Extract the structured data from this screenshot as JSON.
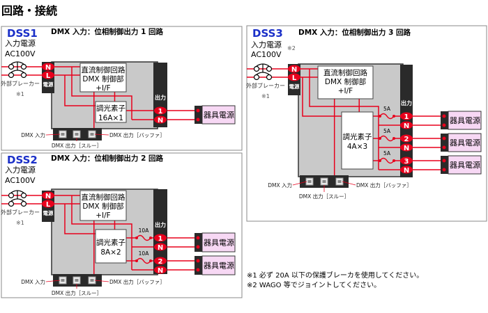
{
  "title": "回路・接続",
  "colors": {
    "wire": "#e8001c",
    "block": "#2a2a2a",
    "body": "#c9c9c9",
    "fixture": "#f7d8f4",
    "model": "#1a2fc8"
  },
  "panels": [
    {
      "model": "DSS1",
      "subtitle": "DMX 入力：位相制御出力 1 回路",
      "source_label": "入力電源",
      "source_voltage": "AC100V",
      "source_note": "",
      "breaker_label": "外部ブレーカー",
      "breaker_note": "※1",
      "terminal_n": "N",
      "terminal_l": "L",
      "power_label": "電源",
      "output_label": "出力",
      "control": [
        "直流制御回路",
        "DMX 制御部",
        "+I/F"
      ],
      "dimmer": [
        "調光素子",
        "16A×1"
      ],
      "outputs": [
        {
          "num": "1",
          "neutral": "N",
          "fuse": "",
          "fixture": "器具電源"
        }
      ],
      "dmx_in": "DMX 入力",
      "dmx_out_buffer": "DMX 出力［バッファ］",
      "dmx_out_thru": "DMX 出力［スルー］"
    },
    {
      "model": "DSS2",
      "subtitle": "DMX 入力：位相制御出力 2 回路",
      "source_label": "入力電源",
      "source_voltage": "AC100V",
      "source_note": "",
      "breaker_label": "外部ブレーカー",
      "breaker_note": "※1",
      "terminal_n": "N",
      "terminal_l": "L",
      "power_label": "電源",
      "output_label": "出力",
      "control": [
        "直流制御回路",
        "DMX 制御部",
        "+I/F"
      ],
      "dimmer": [
        "調光素子",
        "8A×2"
      ],
      "outputs": [
        {
          "num": "1",
          "neutral": "N",
          "fuse": "10A",
          "fixture": "器具電源"
        },
        {
          "num": "2",
          "neutral": "N",
          "fuse": "10A",
          "fixture": "器具電源"
        }
      ],
      "dmx_in": "DMX 入力",
      "dmx_out_buffer": "DMX 出力［バッファ］",
      "dmx_out_thru": "DMX 出力［スルー］"
    },
    {
      "model": "DSS3",
      "subtitle": "DMX 入力：位相制御出力 3 回路",
      "source_label": "入力電源",
      "source_voltage": "AC100V",
      "source_note": "※2",
      "breaker_label": "外部ブレーカー",
      "breaker_note": "※1",
      "terminal_n": "N",
      "terminal_l": "L",
      "power_label": "電源",
      "output_label": "出力",
      "control": [
        "直流制御回路",
        "DMX 制御部",
        "+I/F"
      ],
      "dimmer": [
        "調光素子",
        "4A×3"
      ],
      "outputs": [
        {
          "num": "1",
          "neutral": "N",
          "fuse": "5A",
          "fixture": "器具電源"
        },
        {
          "num": "2",
          "neutral": "N",
          "fuse": "5A",
          "fixture": "器具電源"
        },
        {
          "num": "3",
          "neutral": "N",
          "fuse": "5A",
          "fixture": "器具電源"
        }
      ],
      "dmx_in": "DMX 入力",
      "dmx_out_buffer": "DMX 出力［バッファ］",
      "dmx_out_thru": "DMX 出力［スルー］"
    }
  ],
  "footnotes": [
    "※1 必ず 20A 以下の保護ブレーカを使用してください。",
    "※2 WAGO 等でジョイントしてください。"
  ]
}
